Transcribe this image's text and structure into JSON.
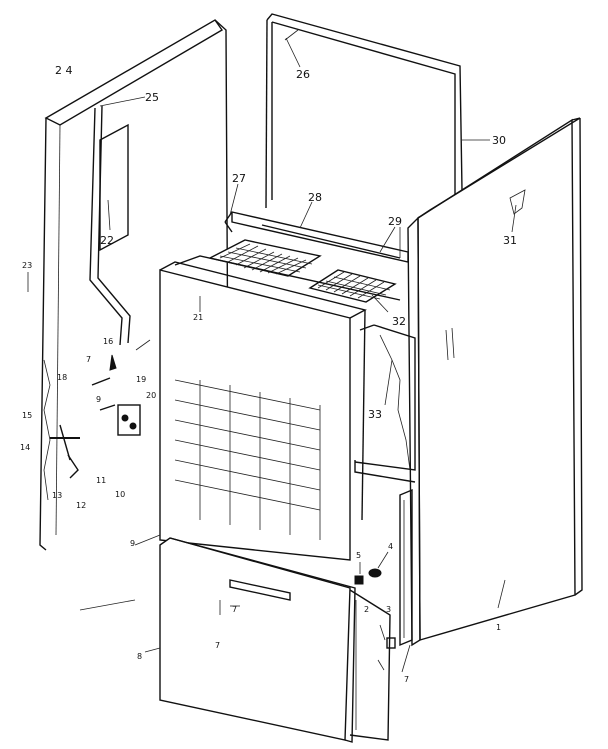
{
  "callouts": {
    "c1": "1",
    "c2": "2",
    "c3": "3",
    "c4": "4",
    "c5": "5",
    "c7a": "7",
    "c7b": "7",
    "c7c": "7",
    "c8": "8",
    "c9a": "9",
    "c9b": "9",
    "c10": "10",
    "c11": "11",
    "c12": "12",
    "c13": "13",
    "c14": "14",
    "c15": "15",
    "c16": "16",
    "c18": "18",
    "c19": "19",
    "c20": "20",
    "c21": "21",
    "c22": "22",
    "c23": "23",
    "c24": "2 4",
    "c25": "25",
    "c26": "26",
    "c27": "27",
    "c28": "28",
    "c29": "29",
    "c30": "30",
    "c31": "31",
    "c32": "32",
    "c33": "33"
  }
}
